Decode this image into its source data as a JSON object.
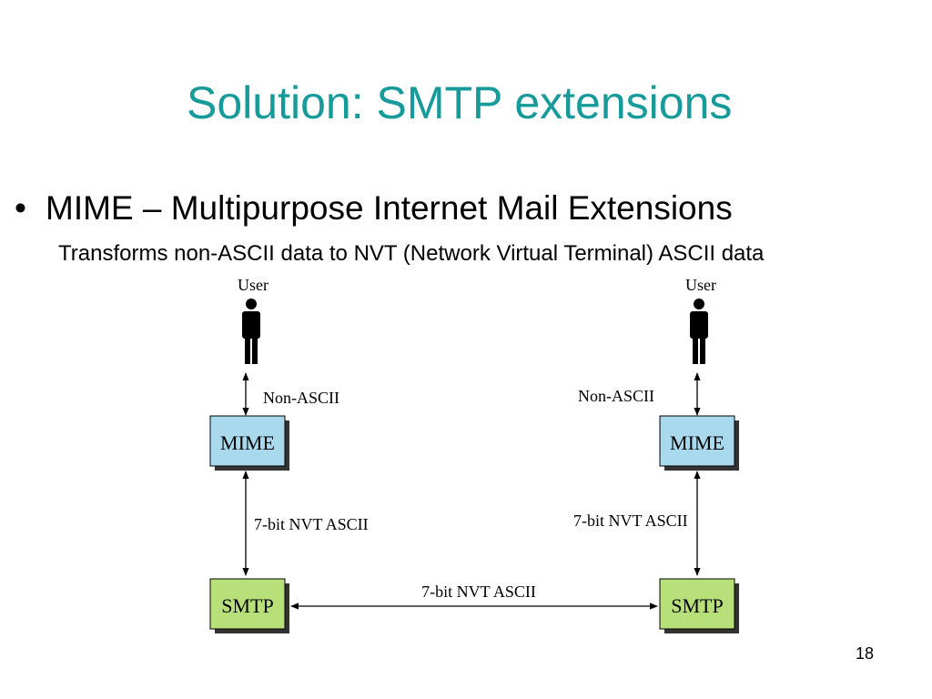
{
  "slide": {
    "title": "Solution: SMTP extensions",
    "bullet": "MIME – Multipurpose Internet Mail Extensions",
    "subtext": "Transforms non-ASCII data to NVT (Network Virtual Terminal) ASCII data",
    "page_number": "18"
  },
  "diagram": {
    "left": {
      "user_label": "User",
      "non_ascii_label": "Non-ASCII",
      "mime_label": "MIME",
      "nvt_label": "7-bit NVT ASCII",
      "smtp_label": "SMTP"
    },
    "right": {
      "user_label": "User",
      "non_ascii_label": "Non-ASCII",
      "mime_label": "MIME",
      "nvt_label": "7-bit NVT ASCII",
      "smtp_label": "SMTP"
    },
    "link_label": "7-bit NVT ASCII",
    "colors": {
      "mime_fill": "#a9d9ec",
      "smtp_fill": "#b7e07a",
      "shadow": "#333333",
      "title": "#179a9a"
    }
  }
}
